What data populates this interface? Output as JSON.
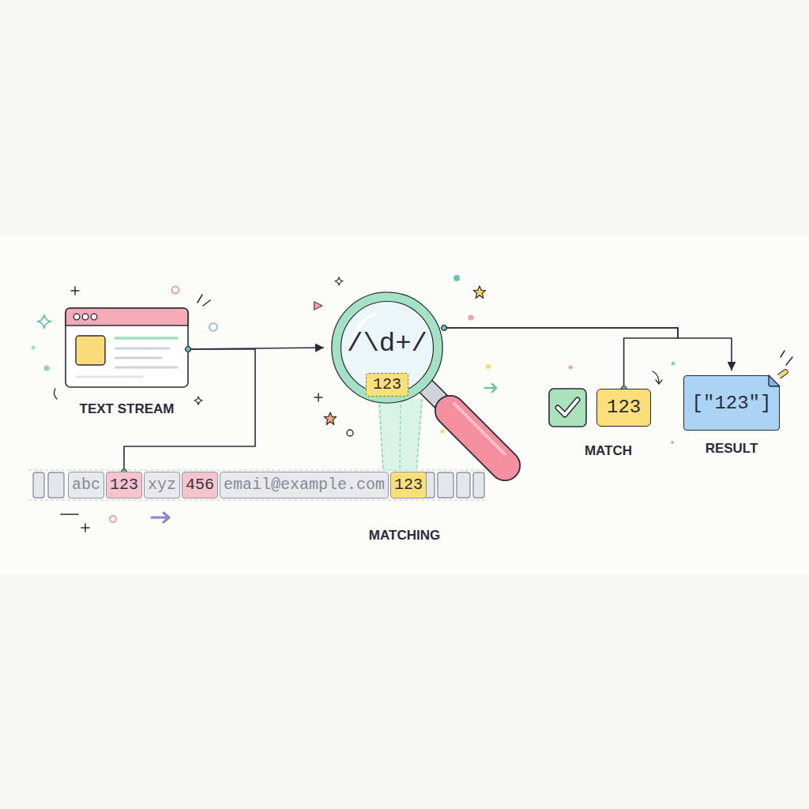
{
  "diagram": {
    "nodes": [
      {
        "text": [
          "TEXT STREAM"
        ]
      },
      {
        "text": [
          "/\\d+/"
        ]
      },
      {
        "text": [
          "123"
        ],
        "in": 1
      },
      {
        "text": [
          "123"
        ]
      },
      {
        "text": [
          "[\"123\"]",
          "RESULT"
        ]
      },
      {
        "text": [
          "abc"
        ]
      },
      {
        "text": [
          "123"
        ]
      },
      {
        "text": [
          "xyz"
        ]
      },
      {
        "text": [
          "456"
        ]
      },
      {
        "text": [
          "email@example.com"
        ]
      },
      {
        "text": [
          "123"
        ]
      }
    ],
    "edges": [
      {
        "from": 0,
        "to": 1,
        "arrow": "to"
      },
      {
        "from": 0,
        "to": 6,
        "arrow": "none"
      },
      {
        "from": 1,
        "to": 4,
        "arrow": "to"
      },
      {
        "from": 1,
        "to": 3,
        "arrow": "none"
      }
    ],
    "labels": [
      "MATCHING",
      "MATCH"
    ]
  }
}
